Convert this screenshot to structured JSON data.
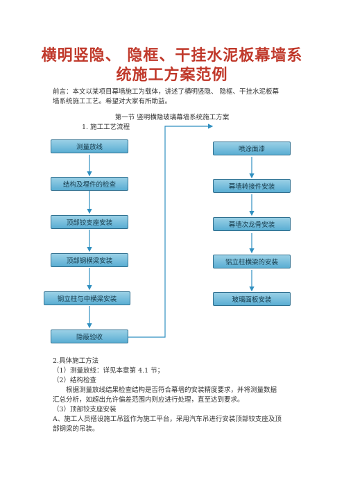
{
  "title": {
    "line1": "横明竖隐、 隐框、干挂水泥板幕墙系",
    "line2": "统施工方案范例"
  },
  "intro": {
    "line1": "前言：本文以某项目幕墙施工为载体，讲述了横明竖隐、 隐框、干挂水泥板幕",
    "line2": "墙系统施工工艺。希望对大家有所助益。"
  },
  "section_title": "第一节  竖明横隐玻璃幕墙系统施工方案",
  "step1": "1. 施工工艺流程",
  "flow_left": [
    "测量放线",
    "结构及埋件的检查",
    "顶部铰支座安装",
    "顶部钢横梁安装",
    "钢立柱与中横梁安装",
    "隐蔽验收"
  ],
  "flow_right": [
    "喷涂面漆",
    "幕墙转接件安装",
    "幕墙次龙骨安装",
    "铝立柱横梁的安装",
    "玻璃面板安装"
  ],
  "method": {
    "heading": "2.具体施工方法",
    "item1": "（1）测量放线：详见本章第 4.1 节；",
    "item2": "（2）结构检查",
    "item2_text1": "根据测量放线结果检查结构是否符合幕墙的安装精度要求，并将测量数据",
    "item2_text2": "汇总分析，如超出允许偏差范围内则应进行处理，直至达到要求。",
    "item3": "（3）顶部铰支座安装",
    "itemA1": "A、施工人员搭设施工吊篮作为施工平台，采用汽车吊进行安装顶部铰支座及顶",
    "itemA2": "部钢梁的吊装。"
  },
  "colors": {
    "title": "#c0392b",
    "box_fill": "#7cc0df",
    "box_border": "#2f6f8f",
    "arrow": "#2f8fc0"
  }
}
